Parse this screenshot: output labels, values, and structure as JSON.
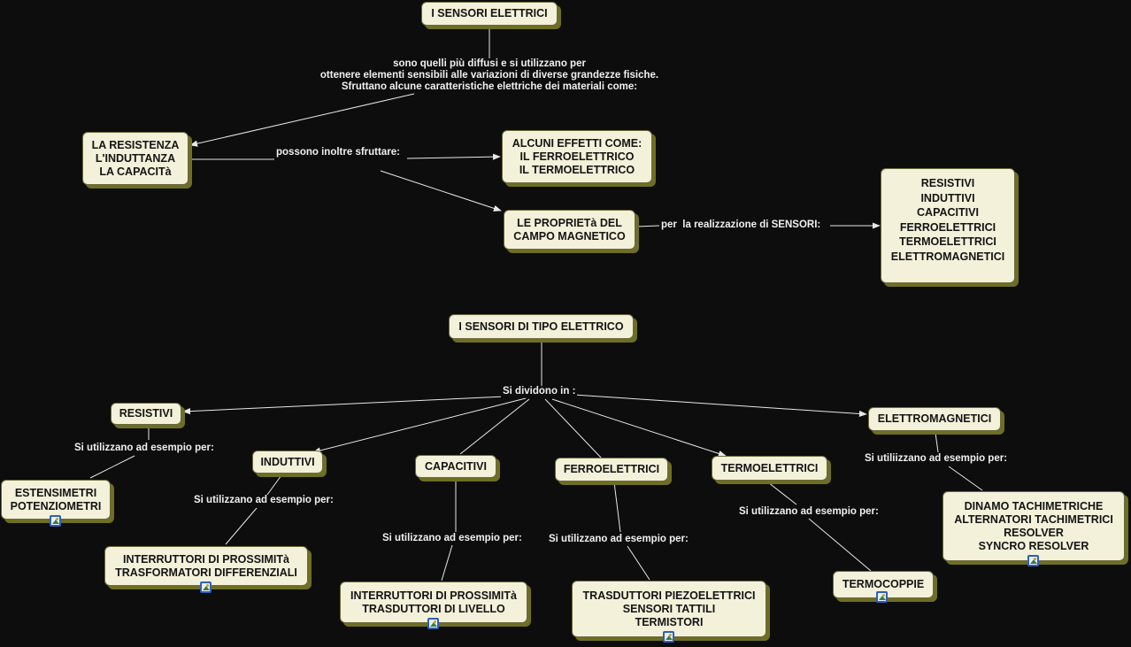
{
  "colors": {
    "background": "#0d0d0d",
    "node_fill": "#f3f1da",
    "node_shadow": "#6e6e24",
    "link": "#e8e8e8"
  },
  "concepts": {
    "sensori_elettrici": "I SENSORI ELETTRICI",
    "resistenza": "LA RESISTENZA\nL'INDUTTANZA\nLA CAPACITà",
    "effetti": "ALCUNI EFFETTI COME:\nIL FERROELETTRICO\nIL TERMOELETTRICO",
    "campo_magnetico": "LE PROPRIETà DEL\nCAMPO MAGNETICO",
    "tipi_sensori": "RESISTIVI\nINDUTTIVI\nCAPACITIVI\nFERROELETTRICI\nTERMOELETTRICI\nELETTROMAGNETICI",
    "tipo_elettrico": "I SENSORI DI TIPO ELETTRICO",
    "resistivi": "RESISTIVI",
    "induttivi": "INDUTTIVI",
    "capacitivi": "CAPACITIVI",
    "ferroelettrici": "FERROELETTRICI",
    "termoelettrici": "TERMOELETTRICI",
    "elettromagnetici": "ELETTROMAGNETICI",
    "estensimetri": "ESTENSIMETRI\nPOTENZIOMETRI",
    "interruttori_trasf": "INTERRUTTORI DI PROSSIMITà\nTRASFORMATORI DIFFERENZIALI",
    "interruttori_trasd": "INTERRUTTORI DI PROSSIMITà\nTRASDUTTORI DI LIVELLO",
    "piezo": "TRASDUTTORI PIEZOELETTRICI\nSENSORI TATTILI\nTERMISTORI",
    "termocoppie": "TERMOCOPPIE",
    "dinamo": "DINAMO TACHIMETRICHE\nALTERNATORI TACHIMETRICI\nRESOLVER\nSYNCRO RESOLVER"
  },
  "linking_phrases": {
    "sono_quelli": "sono quelli più diffusi e si utilizzano per\nottenere elementi sensibili alle variazioni di diverse grandezze fisiche.\nSfruttano alcune caratteristiche elettriche dei materiali come:",
    "possono": "possono inoltre sfruttare:",
    "per_realizzazione": "per  la realizzazione di SENSORI:",
    "si_dividono": "Si dividono in :",
    "ad_esempio_resistivi": "Si utilizzano ad esempio per:",
    "ad_esempio_induttivi": "Si utilizzano ad esempio per:",
    "ad_esempio_capacitivi": "Si utilizzano ad esempio per:",
    "ad_esempio_ferro": "Si utilizzano ad esempio per:",
    "ad_esempio_termo": "Si utilizzano ad esempio per:",
    "ad_esempio_elettro": "Si utiliizzano ad esempio per:"
  },
  "resource_icon": "image-resource-icon"
}
